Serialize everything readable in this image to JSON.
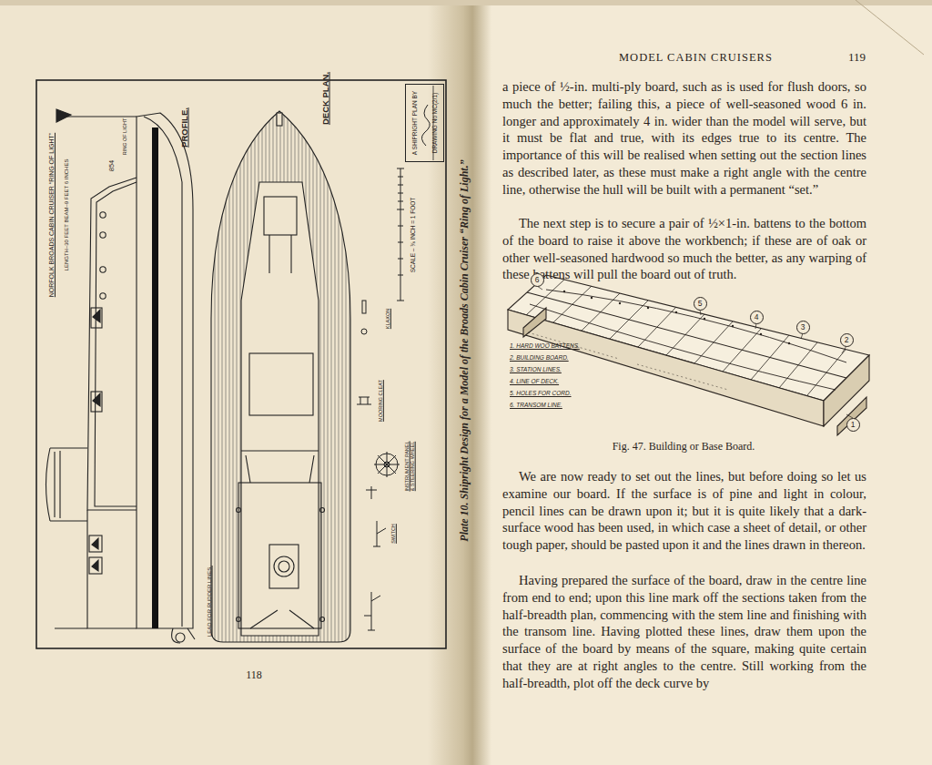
{
  "diagram": {
    "title": "MODEL CABIN CRUISERS",
    "caption": "Fig. 47. Building or Base Board.",
    "nodes": [
      {
        "text": [
          "A SHIPRIGHT PLAN BY",
          "DRAWING No MC(2/1)"
        ]
      },
      {
        "text": [
          "6"
        ]
      },
      {
        "text": [
          "5"
        ]
      },
      {
        "text": [
          "4"
        ]
      },
      {
        "text": [
          "3"
        ]
      },
      {
        "text": [
          "2"
        ]
      },
      {
        "text": [
          "1"
        ]
      }
    ],
    "labels": [
      "119",
      "a piece of ½-in. multi-ply board, such as is used for flush doors, so much the better; failing this, a piece of well-seasoned wood 6 in. longer and approximately 4 in. wider than the model will serve, but it must be flat and true, with its edges true to its centre. The importance of this will be realised when setting out the section lines as described later, as these must make a right angle with the centre line, otherwise the hull will be built with a permanent “set.”",
      "The next step is to secure a pair of ½×1-in. battens to the bottom of the board to raise it above the workbench; if these are of oak or other well-seasoned hardwood so much the better, as any warping of these battens will pull the board out of truth.",
      "1. HARD WOO BATTENS.",
      "2. BUILDING BOARD.",
      "3. STATION LINES.",
      "4. LINE OF DECK.",
      "5. HOLES FOR CORD.",
      "6. TRANSOM LINE.",
      "We are now ready to set out the lines, but before doing so let us examine our board. If the surface is of pine and light in colour, pencil lines can be drawn upon it; but it is quite likely that a dark-surface wood has been used, in which case a sheet of detail, or other tough paper, should be pasted upon it and the lines drawn in thereon.",
      "Having prepared the surface of the board, draw in the centre line from end to end; upon this line mark off the sections taken from the half-breadth plan, commencing with the stem line and finishing with the transom line. Having plotted these lines, draw them upon the surface of the board by means of the square, making quite certain that they are at right angles to the centre. Still working from the half-breadth, plot off the deck curve by",
      "Plate 10. Shipright Design for a Model of the Broads Cabin Cruiser “Ring of Light.”",
      "118",
      "NORFOLK BROADS CABIN CRUISER “RING OF LIGHT”",
      "LENGTH–30 FEET BEAM–9 FEET 6 INCHES",
      "854",
      "RING OF LIGHT",
      "PROFILE.",
      "DECK PLAN.",
      "SCALE – ⅜ INCH = 1 FOOT",
      "KLAXON",
      "MOORING CLEAT",
      "INSTRUMENT PANEL & STEERING WHEEL",
      "SWITCH",
      "LEAD FOR RUDDER LINES."
    ]
  }
}
